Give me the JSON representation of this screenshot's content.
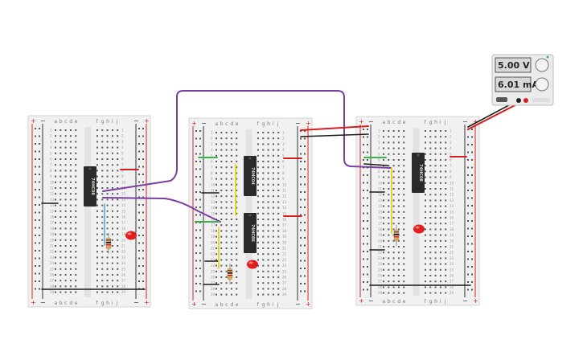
{
  "power_supply": {
    "voltage_display": "5.00 V",
    "current_display": "6.01 mA"
  },
  "breadboard": {
    "left_columns": [
      "a",
      "b",
      "c",
      "d",
      "e"
    ],
    "right_columns": [
      "f",
      "g",
      "h",
      "i",
      "j"
    ],
    "rail_plus": "+",
    "rail_minus": "−",
    "row_count": 30
  },
  "chips": [
    {
      "label": "74HC08"
    },
    {
      "label": "74HC04"
    },
    {
      "label": "74HC86"
    },
    {
      "label": "74HC08"
    }
  ],
  "colors": {
    "wire_purple": "#7b3fa0",
    "wire_red": "#d61f1f",
    "wire_black": "#1a1a1a",
    "wire_green": "#3bb34a",
    "wire_yellow": "#e8d21a",
    "wire_blue": "#4aa8d8",
    "led_red": "#e02020",
    "chip_body": "#2a2a2a",
    "board": "#f1f1f1"
  }
}
